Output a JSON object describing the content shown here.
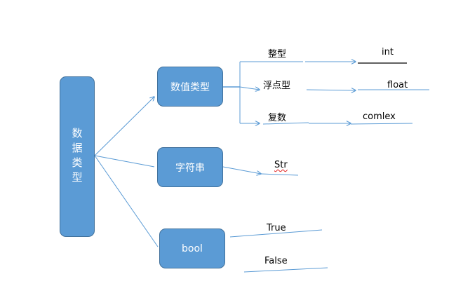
{
  "root": {
    "label": "数据类型"
  },
  "categories": {
    "numeric": {
      "label": "数值类型"
    },
    "string": {
      "label": "字符串"
    },
    "bool": {
      "label": "bool"
    }
  },
  "numeric_leaves": {
    "integer": {
      "label": "整型",
      "value": "int"
    },
    "float": {
      "label": "浮点型",
      "value": "float"
    },
    "complex": {
      "label": "复数",
      "value": "comlex"
    }
  },
  "string_leaf": {
    "value": "Str"
  },
  "bool_leaves": {
    "true_value": "True",
    "false_value": "False"
  },
  "colors": {
    "box_fill": "#5b9bd5",
    "box_border": "#41719c",
    "line": "#5b9bd5"
  }
}
